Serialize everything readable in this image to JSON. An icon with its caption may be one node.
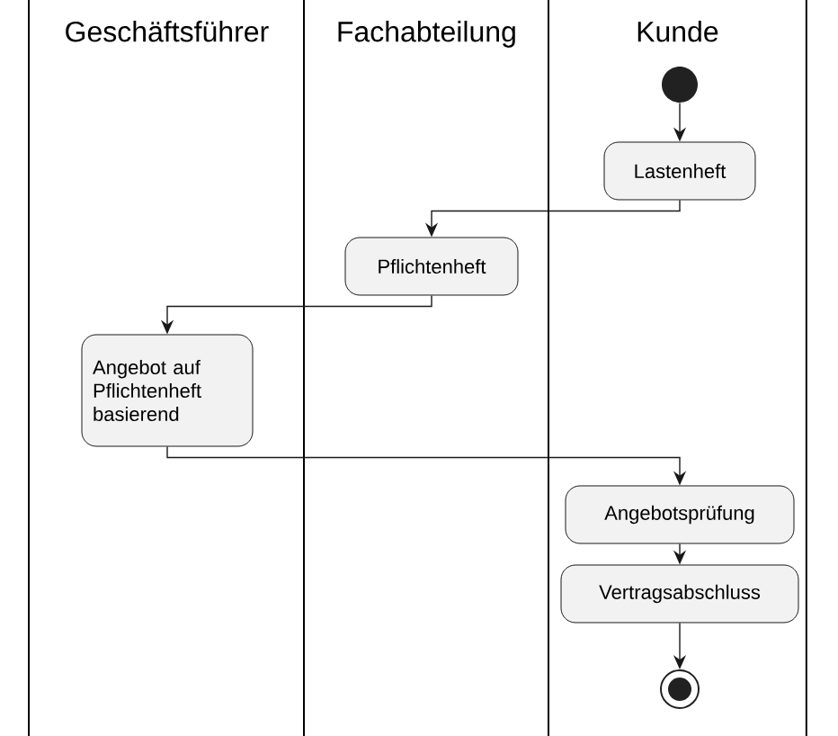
{
  "diagram": {
    "nodes": [
      {
        "text": [
          "Geschäftsführer"
        ]
      },
      {
        "text": [
          "Fachabteilung"
        ]
      },
      {
        "text": [
          "Kunde"
        ]
      },
      {
        "text": [],
        "shape": "circle",
        "in": 2
      },
      {
        "text": [
          "Lastenheft"
        ],
        "in": 2
      },
      {
        "text": [
          "Pflichtenheft"
        ],
        "in": 1
      },
      {
        "text": [
          "Angebot auf Pflichtenheft basierend"
        ],
        "in": 0
      },
      {
        "text": [
          "Angebotsprüfung"
        ],
        "in": 2
      },
      {
        "text": [
          "Vertragsabschluss"
        ],
        "in": 2
      },
      {
        "text": [],
        "shape": "bullseye",
        "in": 2
      }
    ],
    "edges": [
      {
        "from": 3,
        "to": 4,
        "arrow": "to"
      },
      {
        "from": 4,
        "to": 5,
        "arrow": "to"
      },
      {
        "from": 5,
        "to": 6,
        "arrow": "to"
      },
      {
        "from": 6,
        "to": 7,
        "arrow": "to"
      },
      {
        "from": 7,
        "to": 8,
        "arrow": "to"
      },
      {
        "from": 8,
        "to": 9,
        "arrow": "to"
      }
    ]
  }
}
